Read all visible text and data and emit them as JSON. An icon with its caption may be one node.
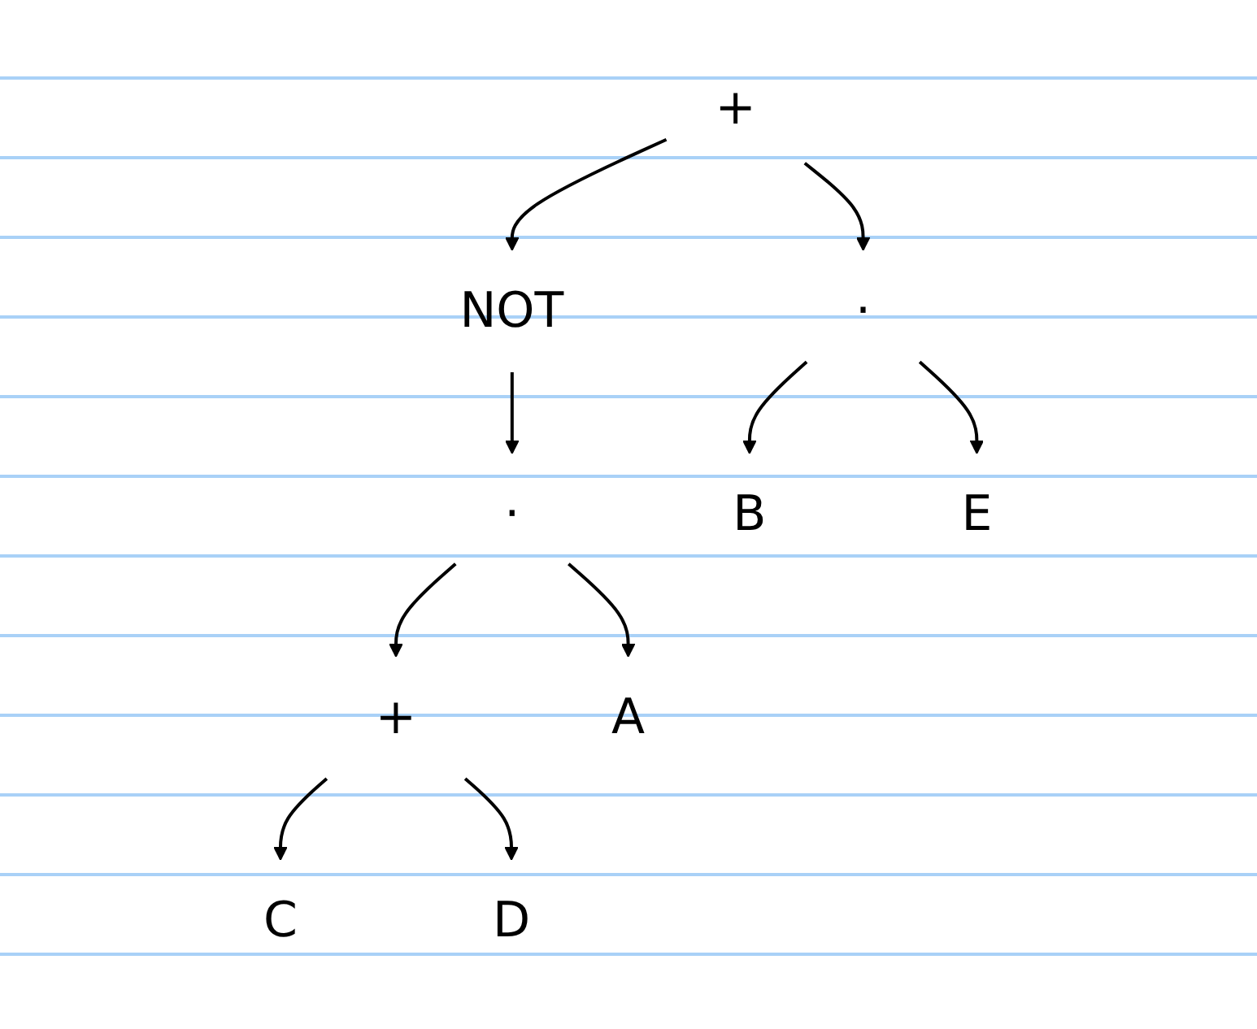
{
  "diagram": {
    "nodes": [
      {
        "text": [
          "+"
        ]
      },
      {
        "text": [
          "NOT"
        ]
      },
      {
        "text": [
          "·"
        ]
      },
      {
        "text": [
          "·"
        ]
      },
      {
        "text": [
          "B"
        ]
      },
      {
        "text": [
          "E"
        ]
      },
      {
        "text": [
          "+"
        ]
      },
      {
        "text": [
          "A"
        ]
      },
      {
        "text": [
          "C"
        ]
      },
      {
        "text": [
          "D"
        ]
      }
    ],
    "edges": [
      {
        "from": 0,
        "to": 1,
        "arrow": "to"
      },
      {
        "from": 0,
        "to": 2,
        "arrow": "to"
      },
      {
        "from": 1,
        "to": 3,
        "arrow": "to"
      },
      {
        "from": 2,
        "to": 4,
        "arrow": "to"
      },
      {
        "from": 2,
        "to": 5,
        "arrow": "to"
      },
      {
        "from": 3,
        "to": 6,
        "arrow": "to"
      },
      {
        "from": 3,
        "to": 7,
        "arrow": "to"
      },
      {
        "from": 6,
        "to": 8,
        "arrow": "to"
      },
      {
        "from": 6,
        "to": 9,
        "arrow": "to"
      }
    ]
  }
}
